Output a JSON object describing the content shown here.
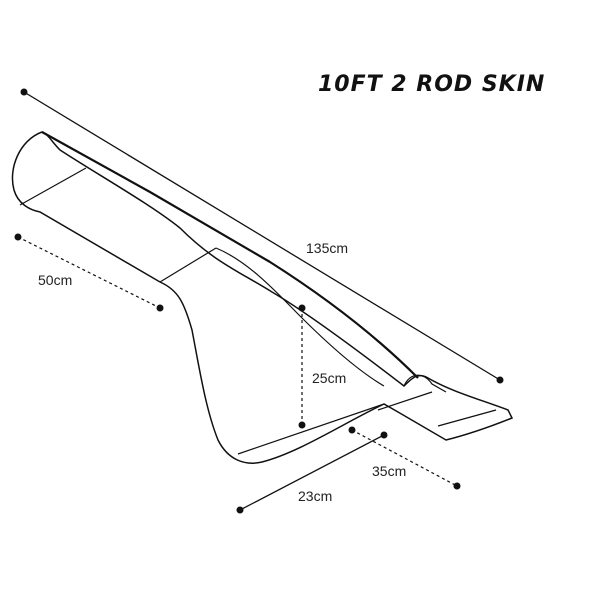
{
  "title": "10FT 2 ROD SKIN",
  "dimensions": {
    "length": "135cm",
    "front_width": "50cm",
    "height": "25cm",
    "rear_width": "35cm",
    "base_width": "23cm"
  },
  "colors": {
    "line": "#111111",
    "fill": "#ffffff"
  }
}
